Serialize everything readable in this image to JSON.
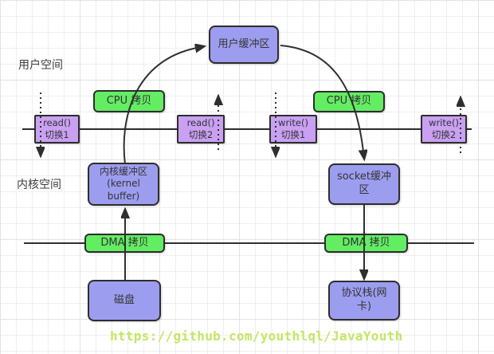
{
  "labels": {
    "user_space": "用户空间",
    "kernel_space": "内核空间"
  },
  "nodes": {
    "user_buffer": "用户缓冲区",
    "kernel_buffer": "内核缓冲区\n(kernel\nbuffer)",
    "socket_buffer": "socket缓冲区",
    "disk": "磁盘",
    "protocol_stack": "协议栈(网卡)"
  },
  "copies": {
    "cpu1": "CPU 拷贝",
    "cpu2": "CPU 拷贝",
    "dma1": "DMA 拷贝",
    "dma2": "DMA 拷贝"
  },
  "switches": {
    "read1": "read()\n切换1",
    "read2": "read()\n切换2",
    "write1": "write()\n切换1",
    "write2": "write()\n切换2"
  },
  "footer": {
    "url": "https://github.com/youthlql/JavaYouth"
  },
  "colors": {
    "node_fill": "#9d9df0",
    "switch_fill": "#c9a0f2",
    "copy_fill": "#63ed63",
    "line": "#2f2f2f",
    "url_text": "#c3e762"
  }
}
